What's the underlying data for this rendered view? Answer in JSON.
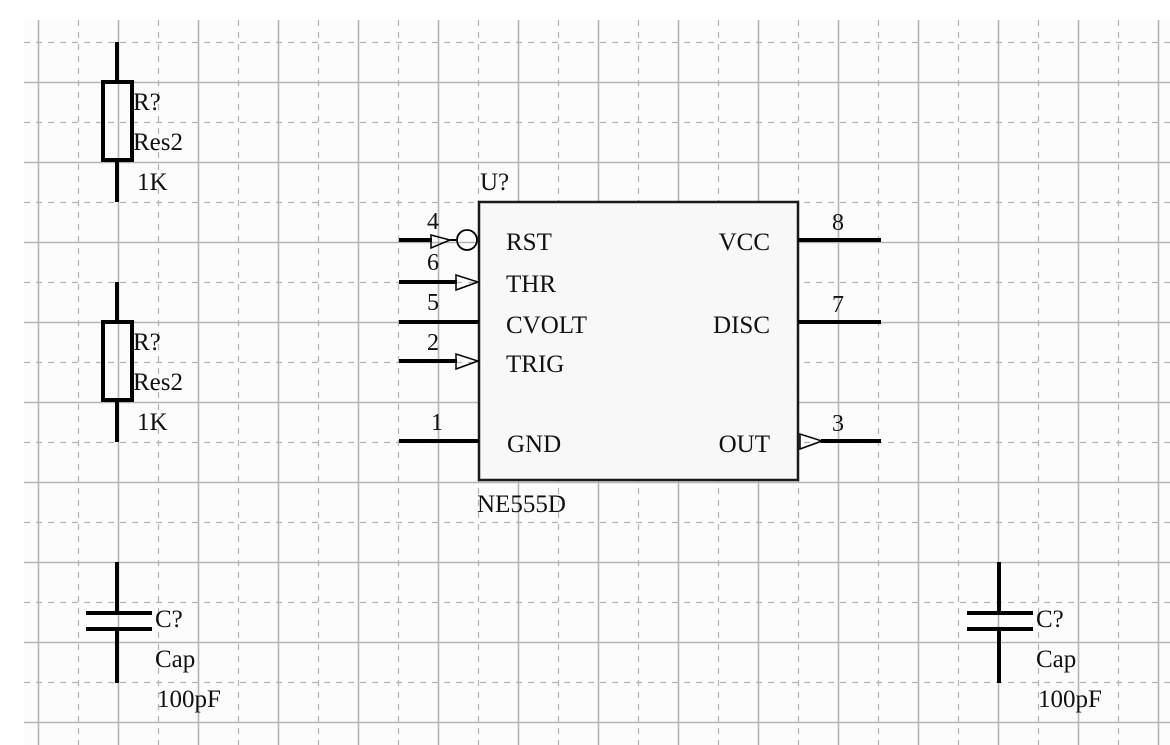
{
  "sheet": {
    "background": "#fcfcfc",
    "grid_color": "#b4b4b4",
    "wire_color": "#000000"
  },
  "resistors": [
    {
      "designator": "R?",
      "comment": "Res2",
      "value": "1K"
    },
    {
      "designator": "R?",
      "comment": "Res2",
      "value": "1K"
    }
  ],
  "capacitors": [
    {
      "designator": "C?",
      "comment": "Cap",
      "value": "100pF"
    },
    {
      "designator": "C?",
      "comment": "Cap",
      "value": "100pF"
    }
  ],
  "ic": {
    "designator": "U?",
    "part": "NE555D",
    "left_pins": [
      {
        "number": "4",
        "name": "RST",
        "type": "input-inverted"
      },
      {
        "number": "6",
        "name": "THR",
        "type": "input"
      },
      {
        "number": "5",
        "name": "CVOLT",
        "type": "passive"
      },
      {
        "number": "2",
        "name": "TRIG",
        "type": "input"
      },
      {
        "number": "1",
        "name": "GND",
        "type": "passive"
      }
    ],
    "right_pins": [
      {
        "number": "8",
        "name": "VCC",
        "type": "passive"
      },
      {
        "number": "7",
        "name": "DISC",
        "type": "passive"
      },
      {
        "number": "3",
        "name": "OUT",
        "type": "output"
      }
    ]
  }
}
